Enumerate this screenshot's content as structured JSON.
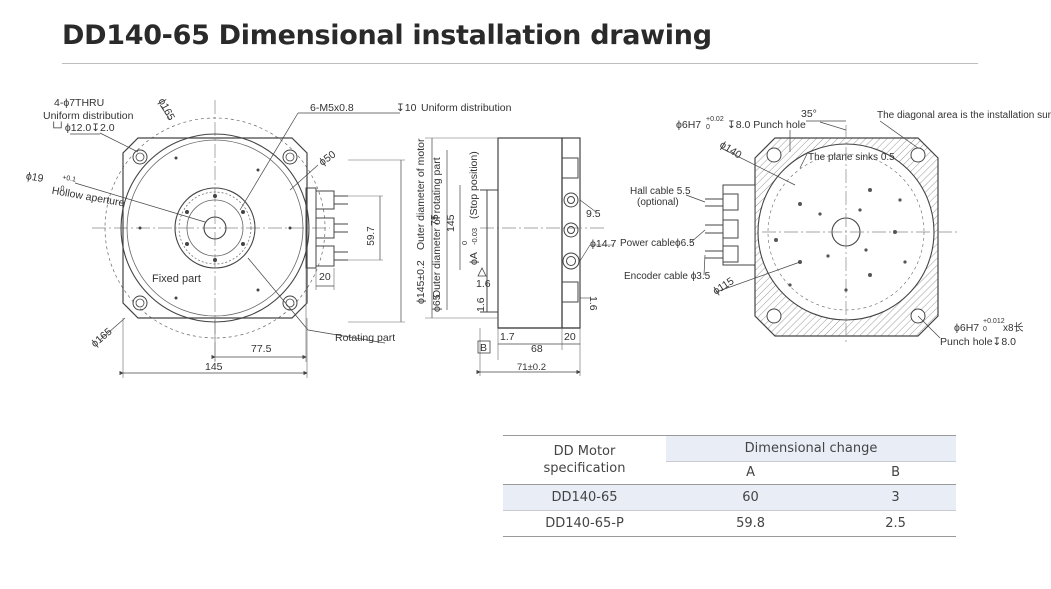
{
  "page": {
    "title": "DD140-65 Dimensional installation drawing"
  },
  "front_view": {
    "thru_holes": "4-ϕ7THRU",
    "thru_holes_note": "Uniform distribution",
    "counterbore": "└┘ϕ12.0↧2.0",
    "diam_165_top": "ϕ165",
    "tapped_holes": "6-M5x0.8",
    "tapped_depth": "↧10",
    "tapped_note": "Uniform distribution",
    "diam_50": "ϕ50",
    "hollow_diam": "ϕ19",
    "hollow_tol_upper": "+0.1",
    "hollow_tol_lower": "0",
    "hollow_label": "Hollow aperture",
    "fixed_part": "Fixed part",
    "rotating_part": "Rotating part",
    "diam_165_bottom": "ϕ165",
    "dim_59_7": "59.7",
    "dim_20": "20",
    "dim_77_5": "77.5",
    "dim_145": "145"
  },
  "side_view": {
    "outer_motor": "Outer diameter of motor",
    "outer_rotating": "Outer diameter of rotating part",
    "dim_75": "75",
    "dim_145_v": "145",
    "dim_145_tol": "ϕ145±0.2",
    "dim_65": "ϕ65",
    "dim_a": "ϕA",
    "dim_a_tol_upper": "0",
    "dim_a_tol_lower": "-0.03",
    "stop_position": "(Stop position)",
    "dim_1_6_a": "1.6",
    "dim_1_6_b": "1.6",
    "dim_1_6_c": "1.6",
    "dim_9_5": "9.5",
    "dim_14_7": "ϕ14.7",
    "label_b": "B",
    "dim_1_7": "1.7",
    "dim_68": "68",
    "dim_20": "20",
    "dim_71": "71±0.2"
  },
  "rear_view": {
    "pin_hole_top": "ϕ6H7",
    "pin_tol_top_upper": "+0.02",
    "pin_tol_top_lower": "0",
    "pin_depth_top": "↧8.0 Punch hole",
    "angle": "35°",
    "diagonal_note": "The diagonal area is the installation surface",
    "diam_140": "ϕ140",
    "plane_sinks": "The plane sinks 0.5",
    "hall_cable": "Hall cable 5.5",
    "hall_optional": "(optional)",
    "power_cable": "Power cableϕ6.5",
    "encoder_cable": "Encoder cable ϕ3.5",
    "diam_115": "ϕ115",
    "pin_hole_bottom": "ϕ6H7",
    "pin_tol_bottom_upper": "+0.012",
    "pin_tol_bottom_lower": "0",
    "pin_len_bottom": "x8长",
    "punch_hole_bottom": "Punch hole↧8.0"
  },
  "spec_table": {
    "col_spec_line1": "DD Motor",
    "col_spec_line2": "specification",
    "col_group": "Dimensional change",
    "col_a": "A",
    "col_b": "B",
    "rows": [
      {
        "model": "DD140-65",
        "a": "60",
        "b": "3"
      },
      {
        "model": "DD140-65-P",
        "a": "59.8",
        "b": "2.5"
      }
    ]
  },
  "colors": {
    "line": "#444444",
    "center_line": "#777777",
    "hatch": "#999999",
    "table_band": "#e9edf6",
    "rule": "#bdbdbd"
  }
}
